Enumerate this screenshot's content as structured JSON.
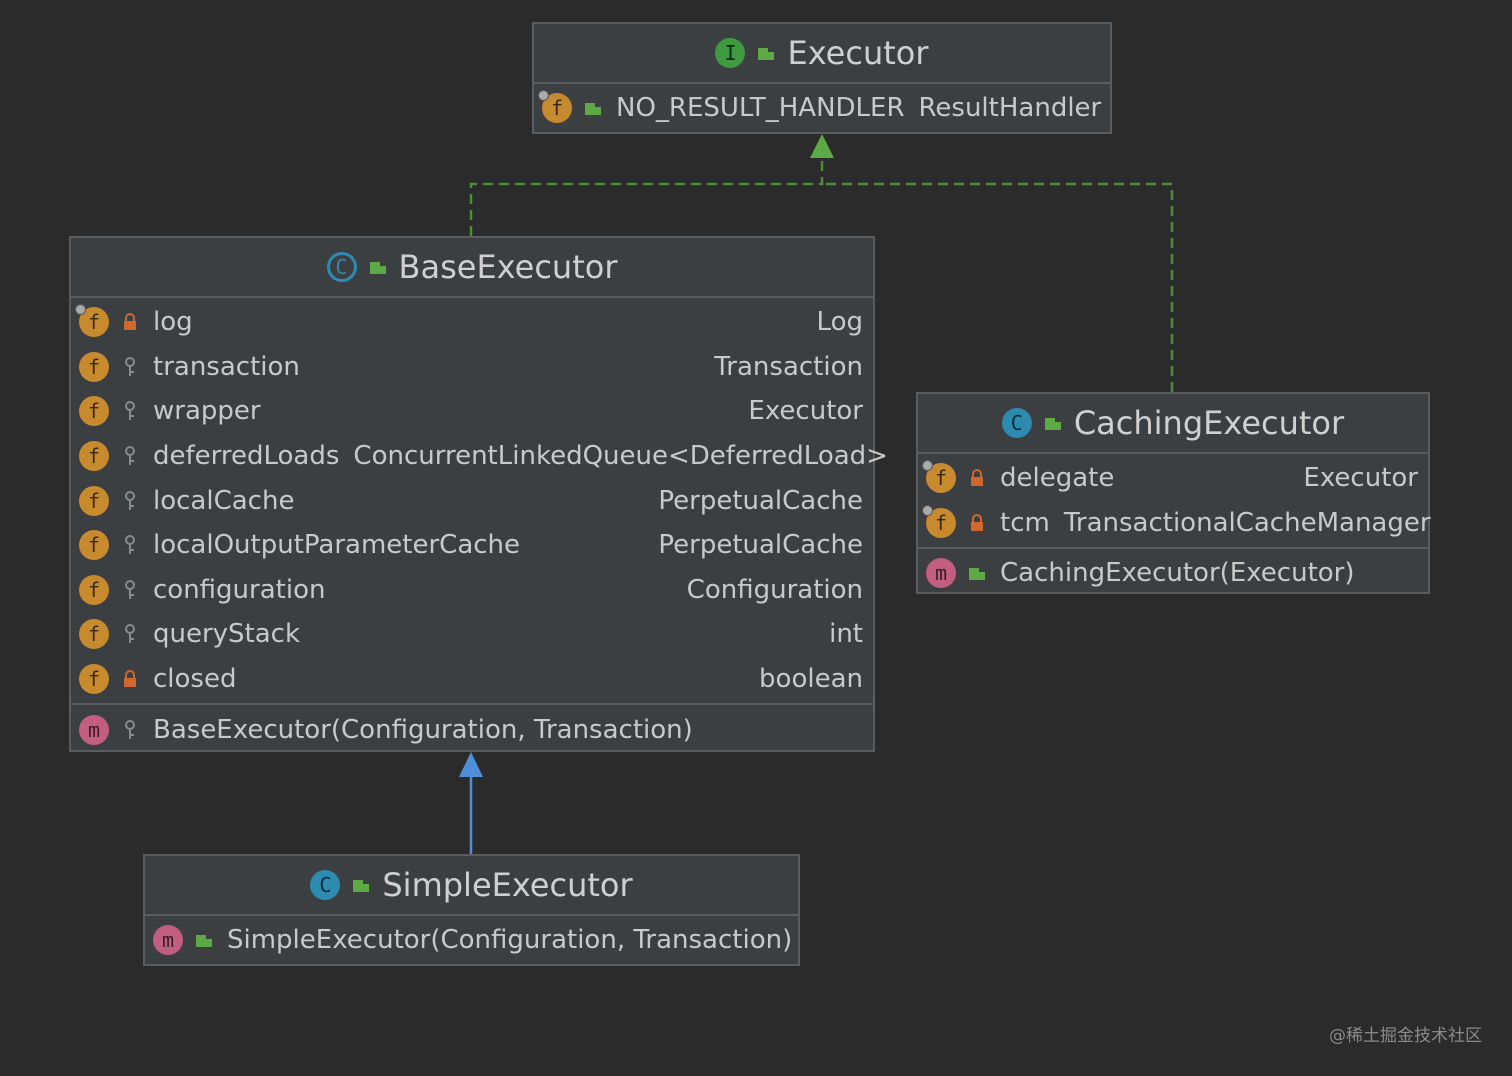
{
  "colors": {
    "background": "#2b2b2b",
    "node_bg": "#3c3f41",
    "node_border": "#5a5d5f",
    "realization_edge": "#4e8a3a",
    "realization_arrow": "#5da946",
    "inheritance_edge": "#4f8fd9",
    "field_icon": "#c88a2e",
    "method_icon": "#c25e7f",
    "class_icon": "#2d8bb0",
    "interface_icon": "#3f9a3f",
    "private_lock": "#d0672d",
    "public_lock": "#5da946"
  },
  "nodes": {
    "executor": {
      "title": "Executor",
      "kind_icon": "I",
      "fields": [
        {
          "name": "NO_RESULT_HANDLER",
          "type": "ResultHandler",
          "icon": "f",
          "visibility": "public",
          "static": true
        }
      ]
    },
    "base_executor": {
      "title": "BaseExecutor",
      "kind_icon": "C",
      "fields": [
        {
          "name": "log",
          "type": "Log",
          "icon": "f",
          "visibility": "private",
          "static": true
        },
        {
          "name": "transaction",
          "type": "Transaction",
          "icon": "f",
          "visibility": "protected"
        },
        {
          "name": "wrapper",
          "type": "Executor",
          "icon": "f",
          "visibility": "protected"
        },
        {
          "name": "deferredLoads",
          "type": "ConcurrentLinkedQueue<DeferredLoad>",
          "icon": "f",
          "visibility": "protected"
        },
        {
          "name": "localCache",
          "type": "PerpetualCache",
          "icon": "f",
          "visibility": "protected"
        },
        {
          "name": "localOutputParameterCache",
          "type": "PerpetualCache",
          "icon": "f",
          "visibility": "protected"
        },
        {
          "name": "configuration",
          "type": "Configuration",
          "icon": "f",
          "visibility": "protected"
        },
        {
          "name": "queryStack",
          "type": "int",
          "icon": "f",
          "visibility": "protected"
        },
        {
          "name": "closed",
          "type": "boolean",
          "icon": "f",
          "visibility": "private"
        }
      ],
      "methods": [
        {
          "name": "BaseExecutor(Configuration, Transaction)",
          "icon": "m",
          "visibility": "protected"
        }
      ]
    },
    "caching_executor": {
      "title": "CachingExecutor",
      "kind_icon": "C",
      "fields": [
        {
          "name": "delegate",
          "type": "Executor",
          "icon": "f",
          "visibility": "private"
        },
        {
          "name": "tcm",
          "type": "TransactionalCacheManager",
          "icon": "f",
          "visibility": "private"
        }
      ],
      "methods": [
        {
          "name": "CachingExecutor(Executor)",
          "icon": "m",
          "visibility": "public"
        }
      ]
    },
    "simple_executor": {
      "title": "SimpleExecutor",
      "kind_icon": "C",
      "methods": [
        {
          "name": "SimpleExecutor(Configuration, Transaction)",
          "icon": "m",
          "visibility": "public"
        }
      ]
    }
  },
  "relations": [
    {
      "from": "base_executor",
      "to": "executor",
      "kind": "realization"
    },
    {
      "from": "caching_executor",
      "to": "executor",
      "kind": "realization"
    },
    {
      "from": "simple_executor",
      "to": "base_executor",
      "kind": "inheritance"
    }
  ],
  "watermark": "@稀土掘金技术社区"
}
